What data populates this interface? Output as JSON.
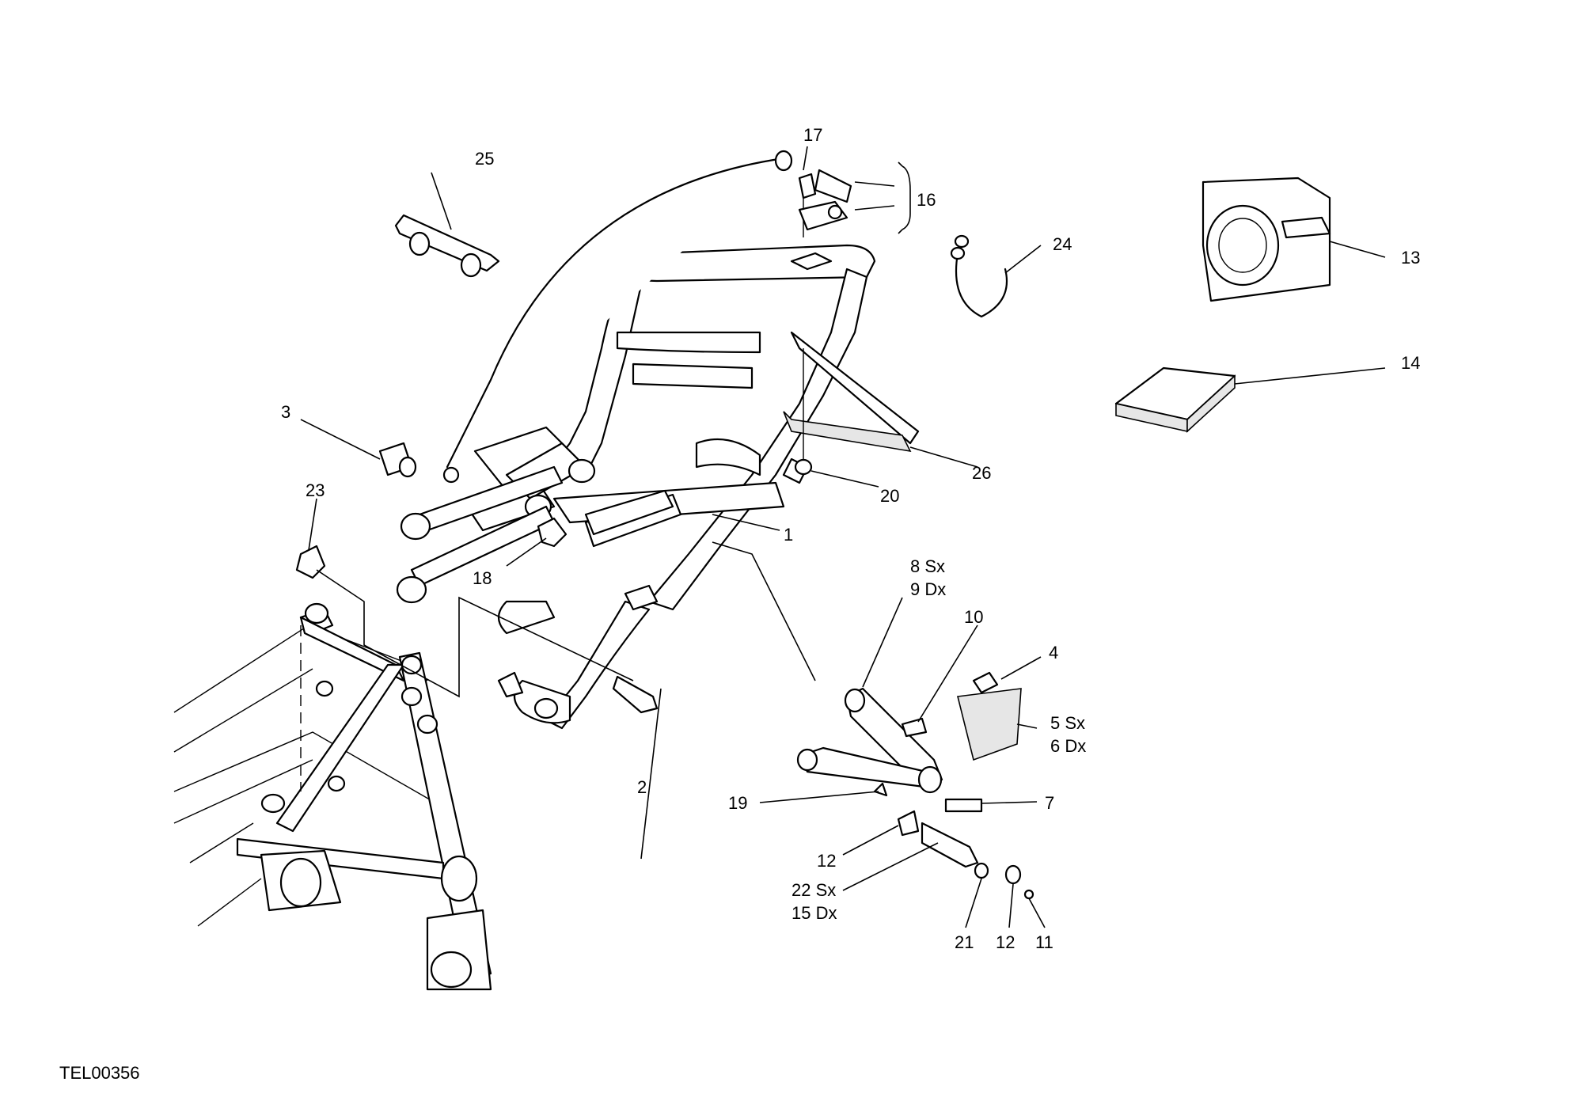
{
  "drawing_code": "TEL00356",
  "callouts": {
    "c1": "1",
    "c2": "2",
    "c3": "3",
    "c4": "4",
    "c5": "5 Sx",
    "c6": "6 Dx",
    "c7": "7",
    "c8": "8 Sx",
    "c9": "9 Dx",
    "c10": "10",
    "c11": "11",
    "c12a": "12",
    "c12b": "12",
    "c13": "13",
    "c14": "14",
    "c15": "15 Dx",
    "c16": "16",
    "c17": "17",
    "c18": "18",
    "c19": "19",
    "c20": "20",
    "c21": "21",
    "c22": "22 Sx",
    "c23": "23",
    "c24": "24",
    "c25": "25",
    "c26": "26"
  }
}
